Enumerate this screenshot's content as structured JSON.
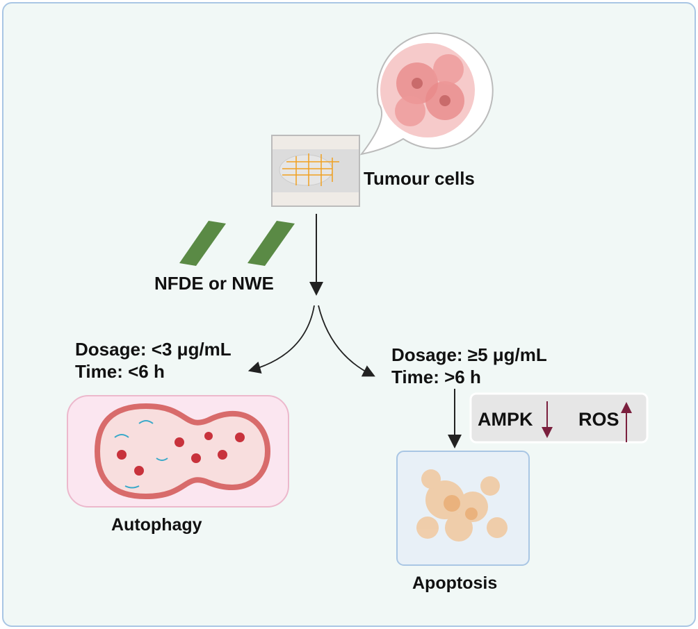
{
  "labels": {
    "tumour_cells": "Tumour cells",
    "treatment": "NFDE or NWE",
    "left_dosage": "Dosage: <3 μg/mL",
    "left_time": "Time: <6 h",
    "right_dosage": "Dosage: ≥5 μg/mL",
    "right_time": "Time: >6 h",
    "ampk": "AMPK",
    "ros": "ROS",
    "autophagy": "Autophagy",
    "apoptosis": "Apoptosis"
  },
  "colors": {
    "background": "#f1f8f6",
    "border": "#a9c6e4",
    "leaf": "#5a8a45",
    "arrow_marker": "#7a1f3d",
    "autophagy_bg": "#fbe6f0",
    "cell": "#e88a8a"
  }
}
